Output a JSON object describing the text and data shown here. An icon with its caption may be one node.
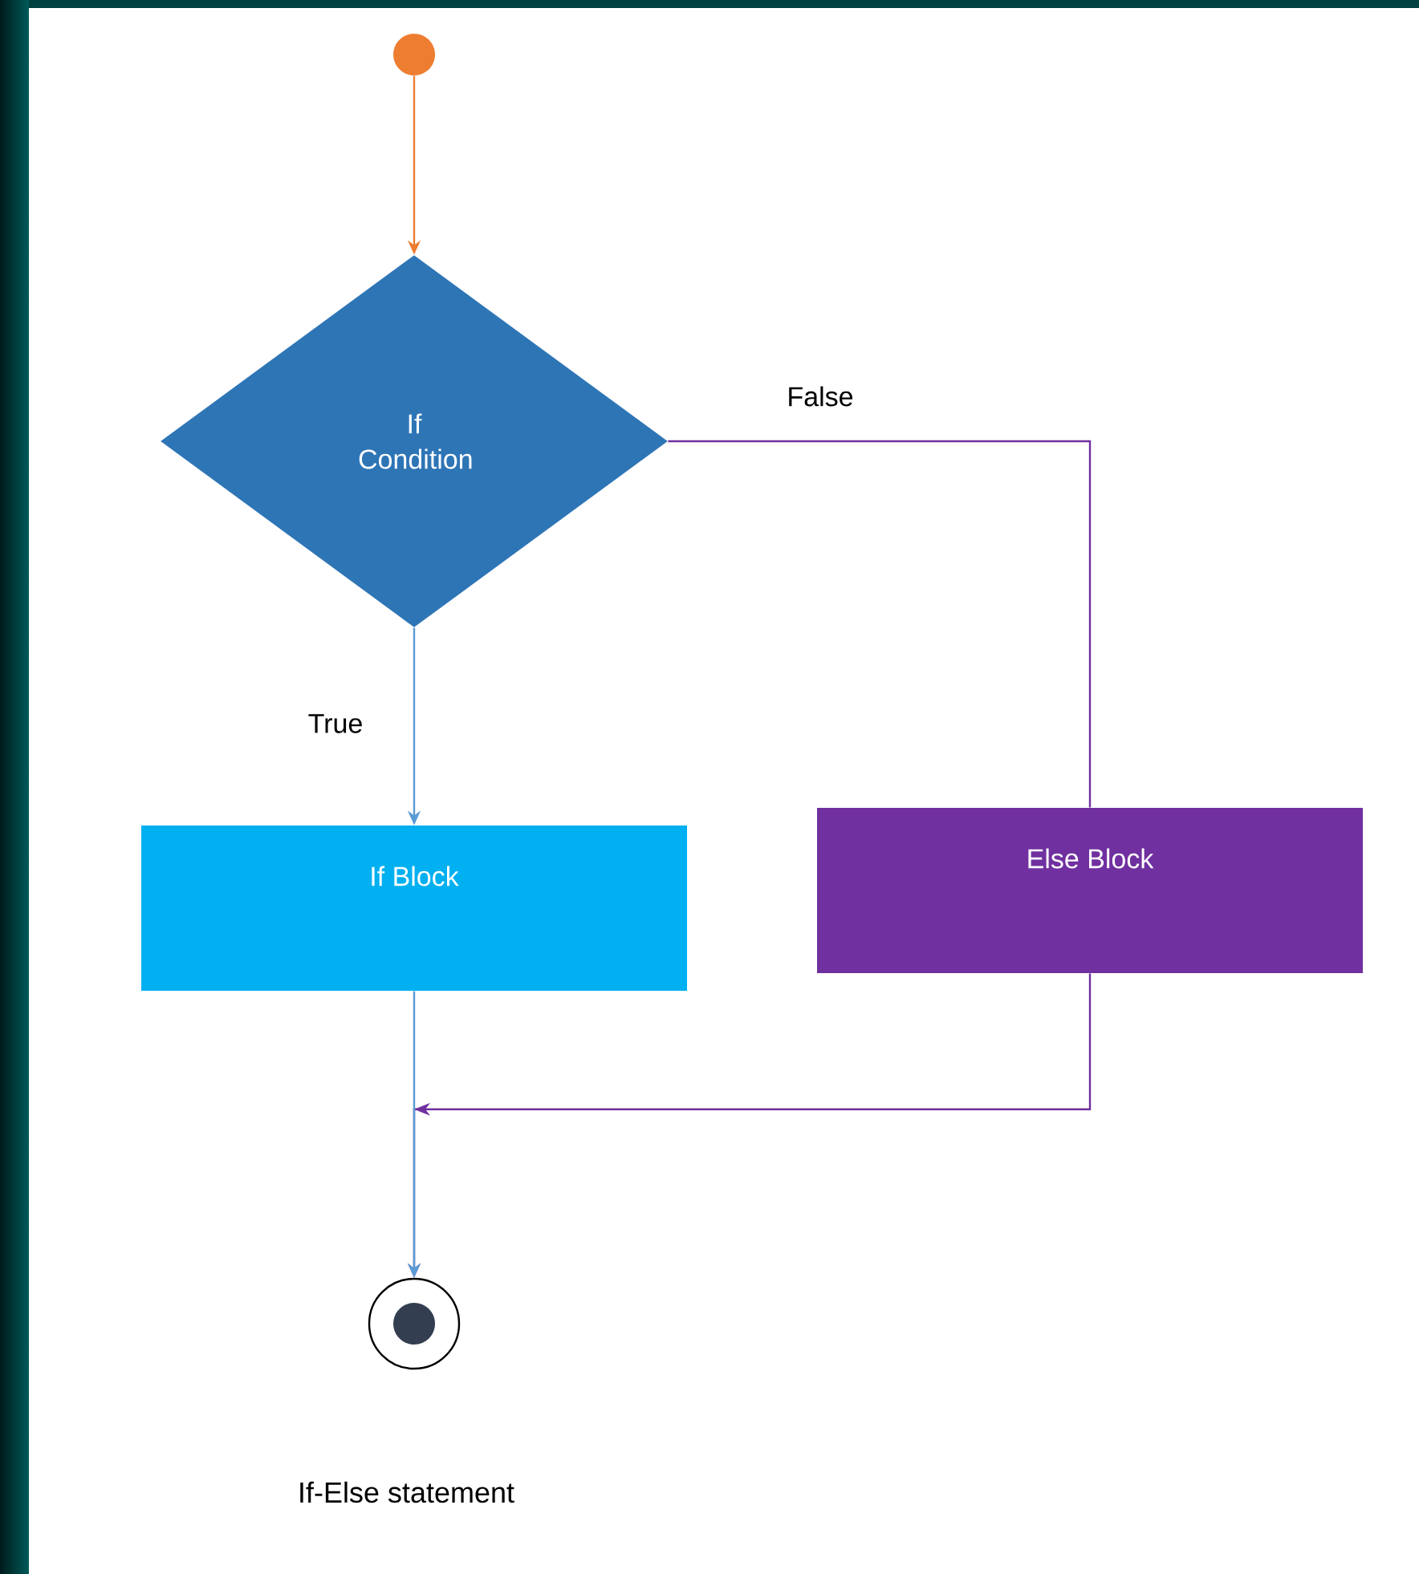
{
  "diagram": {
    "caption": "If-Else statement",
    "nodes": [
      {
        "text": [],
        "shape": "circle"
      },
      {
        "text": [
          "If Condition"
        ]
      },
      {
        "text": [
          "If Block"
        ]
      },
      {
        "text": [
          "Else Block"
        ]
      },
      {
        "text": [],
        "shape": "bullseye"
      }
    ],
    "edges": [
      {
        "from": 0,
        "to": 1,
        "arrow": "to",
        "color": "#ed7d31"
      },
      {
        "from": 1,
        "to": 2,
        "arrow": "to",
        "label": "True",
        "color": "#5b9bd5"
      },
      {
        "from": 1,
        "to": 3,
        "arrow": "none",
        "label": "False",
        "color": "#7030a0"
      },
      {
        "from": 2,
        "to": 4,
        "arrow": "to",
        "color": "#5b9bd5"
      },
      {
        "from": 3,
        "to": 4,
        "arrow": "to",
        "color": "#7030a0"
      }
    ]
  }
}
